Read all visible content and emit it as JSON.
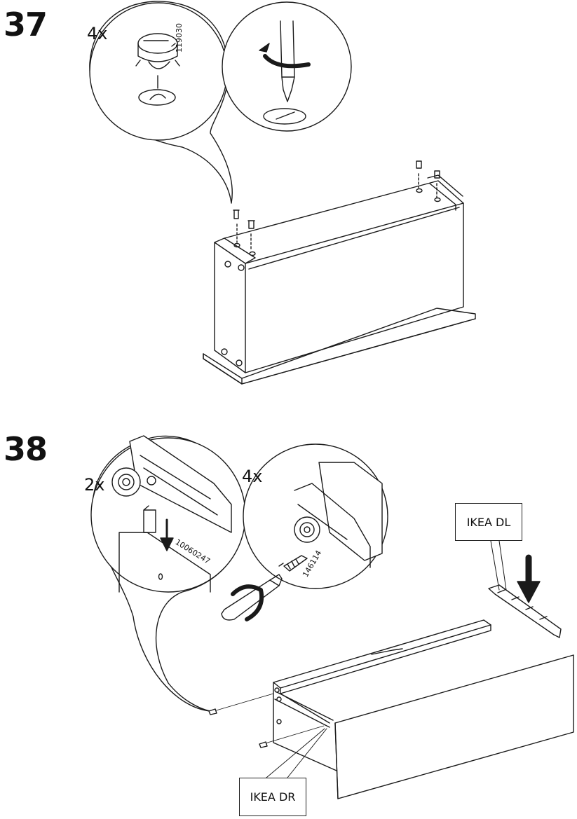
{
  "steps": [
    {
      "number": "37",
      "details": [
        {
          "quantity": "4x",
          "part_number": "119030",
          "icon": "cam-lock-fitting-icon"
        },
        {
          "icon": "screwdriver-tightening-icon"
        }
      ]
    },
    {
      "number": "38",
      "details": [
        {
          "quantity": "2x",
          "part_number": "10060247",
          "icon": "drawer-runner-wheel-icon"
        },
        {
          "quantity": "4x",
          "part_number": "146114",
          "icon": "screw-installation-icon"
        }
      ],
      "callouts": {
        "left_runner": "IKEA DL",
        "right_runner": "IKEA DR"
      }
    }
  ]
}
